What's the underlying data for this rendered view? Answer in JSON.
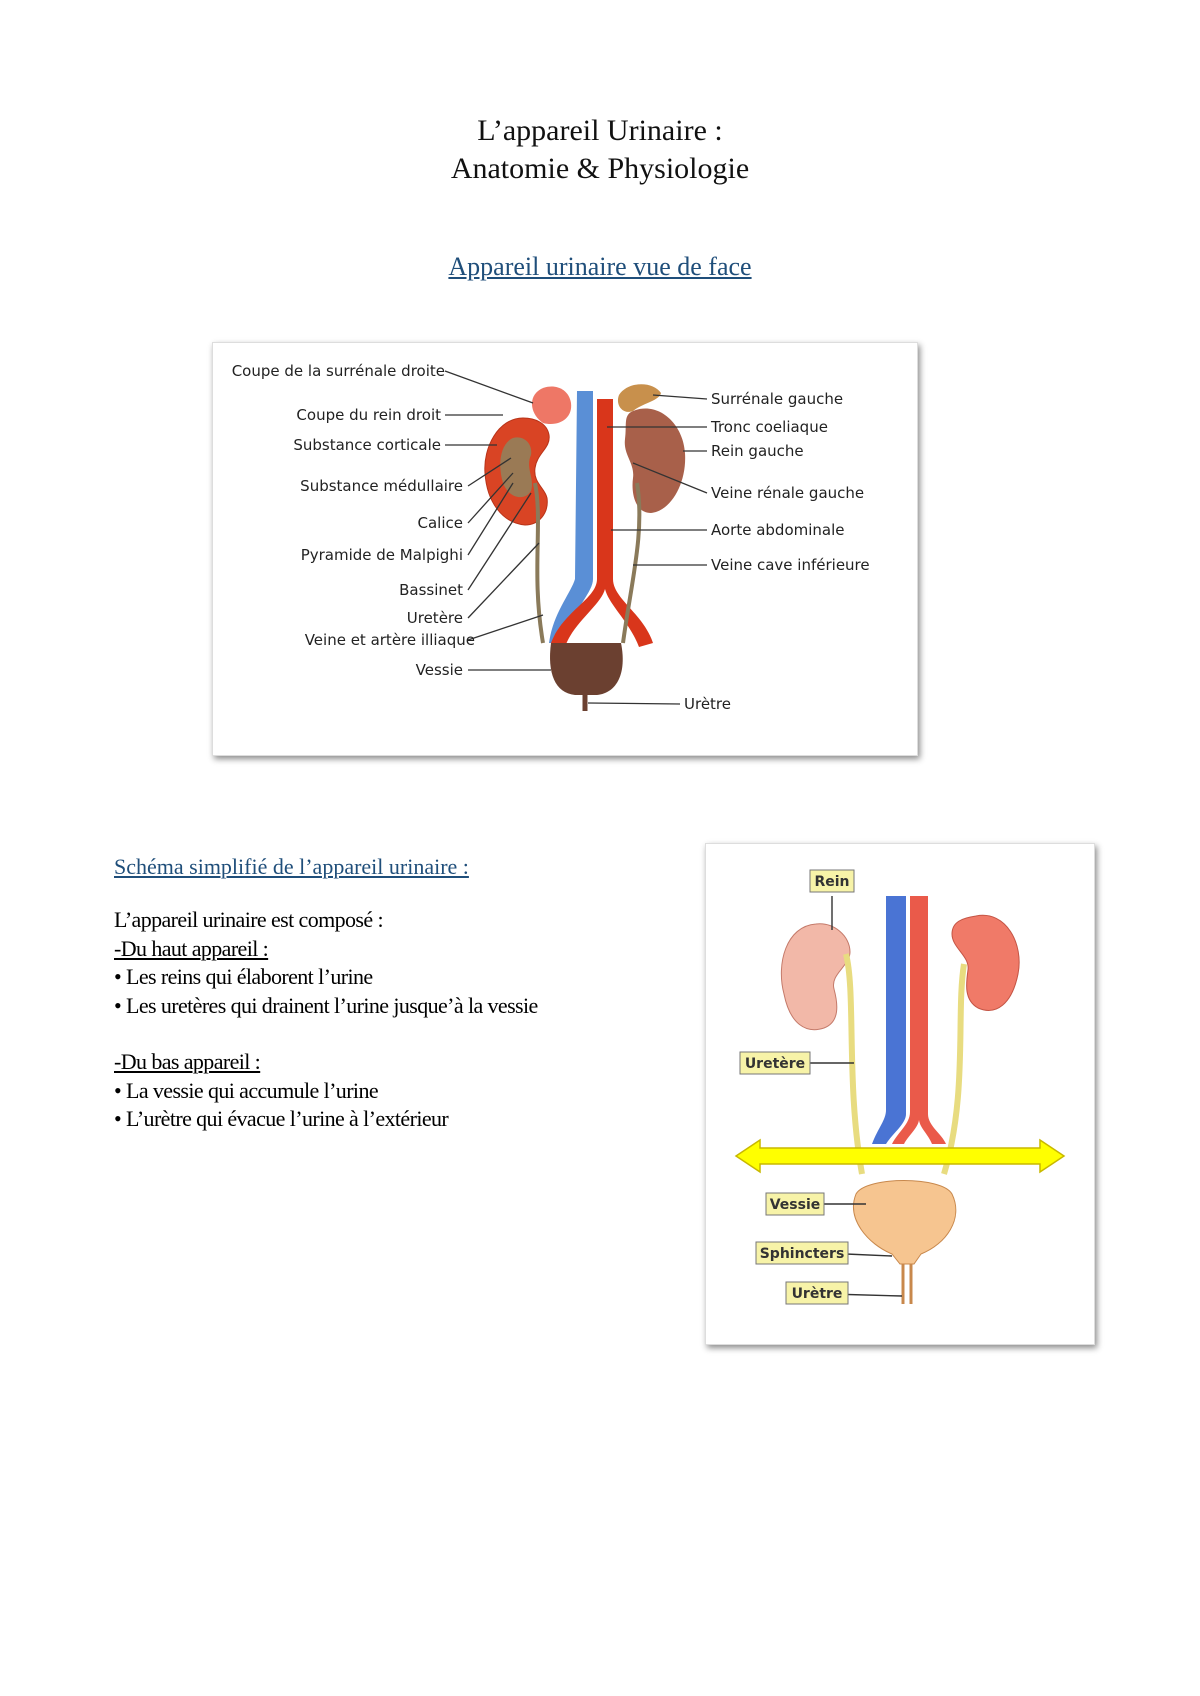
{
  "title": {
    "line1": "L’appareil Urinaire :",
    "line2": "Anatomie & Physiologie"
  },
  "subtitle": "Appareil urinaire vue de face",
  "figure1": {
    "labels_left": [
      "Coupe de la surrénale droite",
      "Coupe du rein droit",
      "Substance corticale",
      "Substance médullaire",
      "Calice",
      "Pyramide de Malpighi",
      "Bassinet",
      "Uretère",
      "Veine et artère illiaque",
      "Vessie"
    ],
    "labels_right": [
      "Surrénale gauche",
      "Tronc coeliaque",
      "Rein gauche",
      "Veine rénale gauche",
      "Aorte abdominale",
      "Veine cave inférieure"
    ],
    "label_bottom": "Urètre"
  },
  "section": {
    "title": "Schéma simplifié de l’appareil urinaire :",
    "intro": "L’appareil urinaire est composé :",
    "haut_heading": "-Du haut appareil :",
    "haut_items": [
      "• Les reins qui élaborent l’urine",
      "• Les uretères qui drainent l’urine jusque’à la vessie"
    ],
    "bas_heading": "-Du bas appareil :",
    "bas_items": [
      "• La vessie qui accumule l’urine",
      "• L’urètre qui évacue l’urine à l’extérieur"
    ]
  },
  "figure2": {
    "labels": [
      "Rein",
      "Uretère",
      "Vessie",
      "Sphincters",
      "Urètre"
    ]
  },
  "colors": {
    "heading_blue": "#1f4e7a",
    "artery_red": "#d9361b",
    "vein_blue": "#5a8fd6",
    "kidney_brown": "#a8604a",
    "label_yellow": "#f7f3a8",
    "arrow_yellow": "#ffff00"
  }
}
